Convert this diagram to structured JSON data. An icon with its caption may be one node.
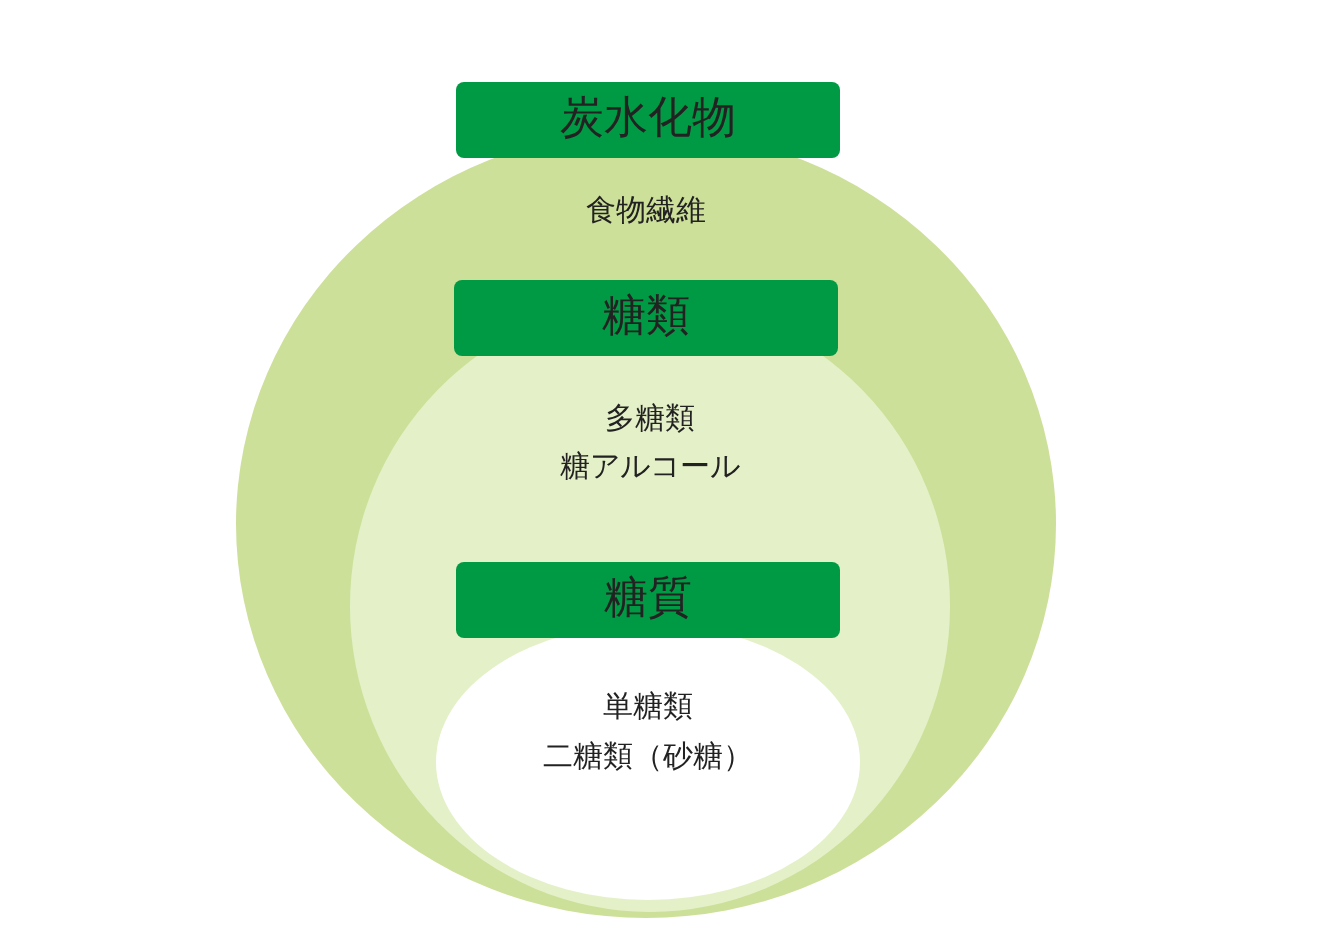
{
  "diagram": {
    "nodes": [
      {
        "text": [
          "炭水化物"
        ]
      },
      {
        "text": [
          "食物繊維"
        ]
      },
      {
        "text": [
          "糖類"
        ],
        "in": 1
      },
      {
        "text": [
          "多糖類",
          "糖アルコール"
        ],
        "in": 1
      },
      {
        "text": [
          "糖質"
        ],
        "in": 3
      },
      {
        "text": [
          "単糖類",
          "二糖類（砂糖）"
        ],
        "in": 3
      }
    ]
  }
}
